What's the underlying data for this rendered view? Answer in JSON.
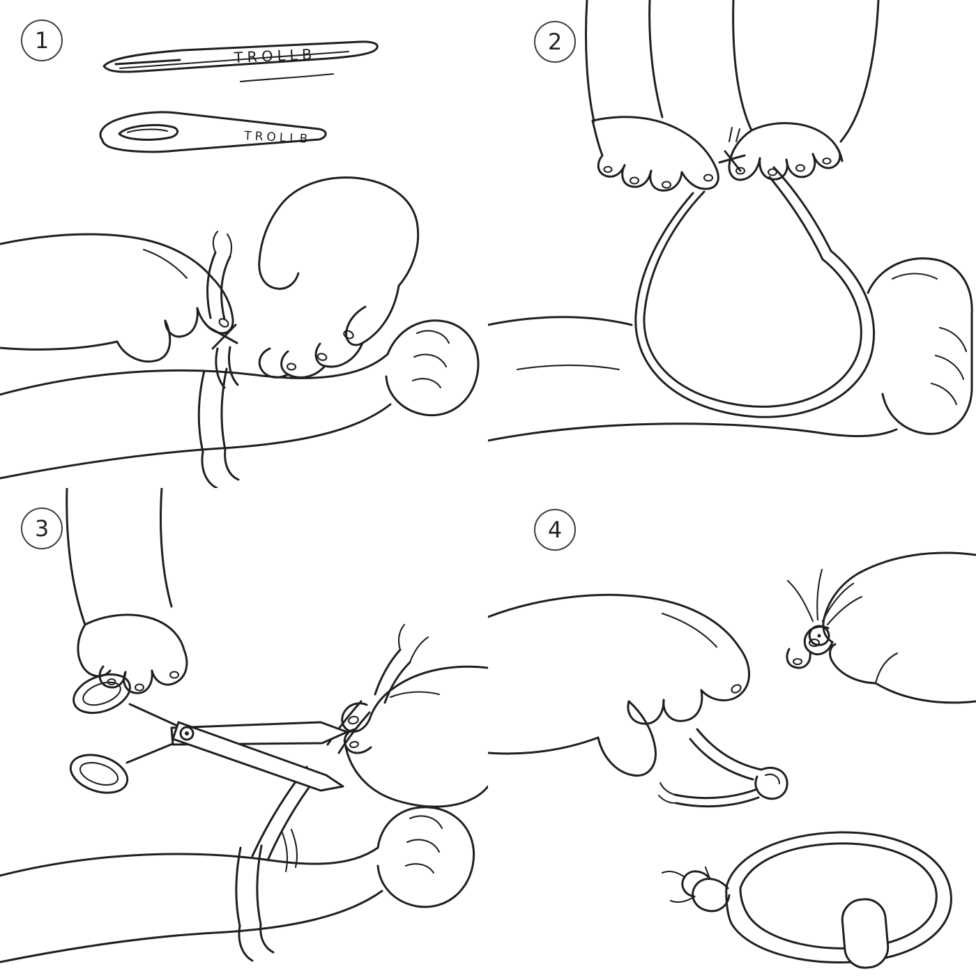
{
  "page": {
    "colors": {
      "background": "#ffffff",
      "line": "#1f1f1f",
      "badge-border": "#3c3c3c",
      "badge-text": "#222222"
    }
  },
  "steps": [
    {
      "number": "1"
    },
    {
      "number": "2"
    },
    {
      "number": "3"
    },
    {
      "number": "4"
    }
  ],
  "strap_labels": {
    "flat": "TROLLB",
    "looped": "TROLLB"
  }
}
